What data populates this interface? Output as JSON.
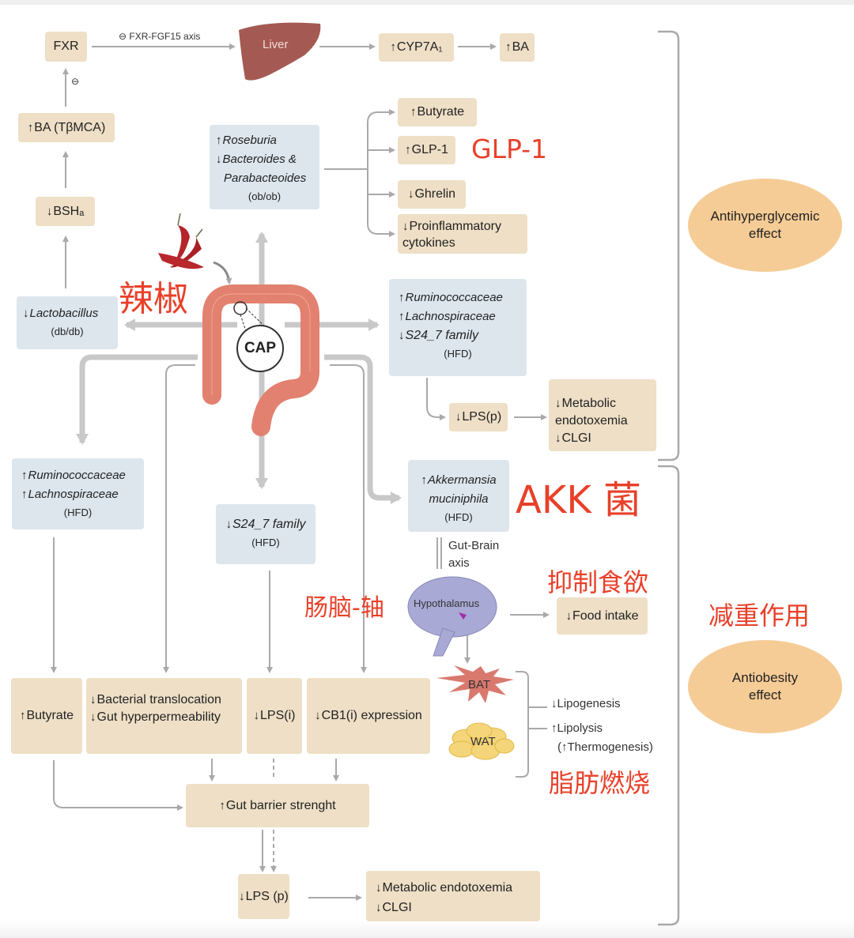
{
  "top_row": {
    "fxr": "FXR",
    "fxr_fgf15_label": "⊖ FXR-FGF15 axis",
    "liver": "Liver",
    "cyp7a1_arrow": "↑",
    "cyp7a1": "CYP7A₁",
    "ba_arrow": "↑",
    "ba": "BA",
    "inhibit_symbol": "⊖"
  },
  "left_column": {
    "ba_tbmca_arrow": "↑",
    "ba_tbmca": "BA (TβMCA)",
    "bsh_arrow": "↓",
    "bsh": "BSHₐ",
    "lactobacillus_arrow": "↓",
    "lactobacillus": "Lactobacillus",
    "lactobacillus_model": "(db/db)"
  },
  "roseburia_box": {
    "lines": [
      {
        "arrow": "↑",
        "text": "Roseburia"
      },
      {
        "arrow": "↓",
        "text": "Bacteroides &"
      },
      {
        "arrow": "",
        "text": "Parabacteoides"
      }
    ],
    "model": "(ob/ob)"
  },
  "branch_outputs": [
    {
      "arrow": "↑",
      "text": "Butyrate"
    },
    {
      "arrow": "↑",
      "text": "GLP-1"
    },
    {
      "arrow": "↓",
      "text": "Ghrelin"
    },
    {
      "arrow": "↓",
      "text": "Proinflammatory cytokines"
    }
  ],
  "center": {
    "cap": "CAP"
  },
  "hfd_right_box": {
    "lines": [
      {
        "arrow": "↑",
        "text": "Ruminococcaceae"
      },
      {
        "arrow": "↑",
        "text": "Lachnospiraceae"
      },
      {
        "arrow": "↓",
        "text": "S24_7 family"
      }
    ],
    "model": "(HFD)"
  },
  "lps_p_right": {
    "arrow": "↓",
    "text": "LPS(p)"
  },
  "metabolic_right": {
    "lines": [
      {
        "arrow": "↓",
        "text": "Metabolic endotoxemia"
      },
      {
        "arrow": "↓",
        "text": "CLGI"
      }
    ]
  },
  "hfd_left_box": {
    "lines": [
      {
        "arrow": "↑",
        "text": "Ruminococcaceae"
      },
      {
        "arrow": "↑",
        "text": "Lachnospiraceae"
      }
    ],
    "model": "(HFD)"
  },
  "s247_box": {
    "arrow": "↓",
    "text": "S24_7 family",
    "model": "(HFD)"
  },
  "akk_box": {
    "arrow": "↑",
    "lines": [
      "Akkermansia",
      "muciniphila"
    ],
    "model": "(HFD)"
  },
  "gut_brain": {
    "label_line1": "Gut-Brain",
    "label_line2": "axis",
    "hypothalamus": "Hypothalamus"
  },
  "food_intake": {
    "arrow": "↓",
    "text": "Food intake"
  },
  "fat": {
    "bat": "BAT",
    "wat": "WAT",
    "lipogenesis": "↓Lipogenesis",
    "lipolysis": "↑Lipolysis",
    "thermogenesis": "(↑Thermogenesis)"
  },
  "bottom_row": {
    "butyrate": {
      "arrow": "↑",
      "text": "Butyrate"
    },
    "bacterial": {
      "lines": [
        {
          "arrow": "↓",
          "text": "Bacterial translocation"
        },
        {
          "arrow": "↓",
          "text": "Gut hyperpermeability"
        }
      ]
    },
    "lps_i": {
      "arrow": "↓",
      "text": "LPS(i)"
    },
    "cb1": {
      "arrow": "↓",
      "text": "CB1(i) expression"
    },
    "gut_barrier": {
      "arrow": "↑",
      "text": "Gut barrier strenght"
    },
    "lps_p": {
      "arrow": "↓",
      "text": "LPS (p)"
    },
    "metabolic": {
      "lines": [
        {
          "arrow": "↓",
          "text": "Metabolic endotoxemia"
        },
        {
          "arrow": "↓",
          "text": "CLGI"
        }
      ]
    }
  },
  "effects": {
    "antihyperglycemic": "Antihyperglycemic effect",
    "antiobesity": "Antiobesity effect"
  },
  "annotations_zh": {
    "chili": "辣椒",
    "glp1": "GLP-1",
    "akk": "AKK 菌",
    "gut_brain_axis": "肠脑-轴",
    "suppress_appetite": "抑制食欲",
    "weight_loss": "减重作用",
    "fat_burning": "脂肪燃烧"
  },
  "colors": {
    "tan_box": "#eedfc6",
    "blue_box": "#dde6ed",
    "arrow_gray": "#a9a9a9",
    "annotation_red": "#e8402a",
    "effect_ellipse": "#f6cc96",
    "liver": "#a45a52",
    "colon": "#e08070",
    "brain": "#a9a9d6"
  }
}
